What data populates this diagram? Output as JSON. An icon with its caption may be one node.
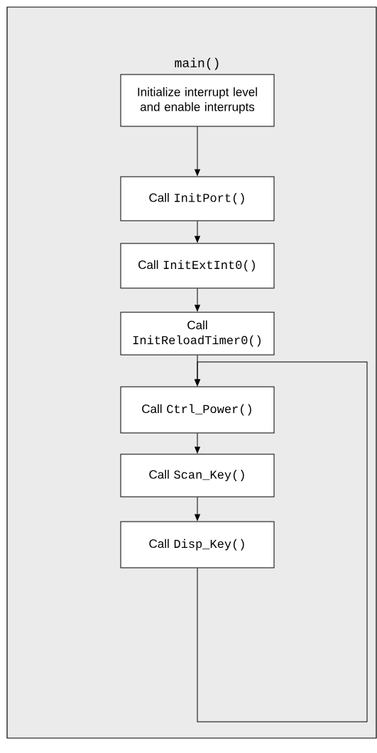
{
  "diagram": {
    "nodes": [
      {
        "text": [
          "Initialize interrupt level and enable interrupts"
        ]
      },
      {
        "text": [
          "Call",
          "InitPort()"
        ]
      },
      {
        "text": [
          "Call",
          "InitExtInt0()"
        ]
      },
      {
        "text": [
          "Call",
          "InitReloadTimer0()"
        ]
      },
      {
        "text": [
          "Call",
          "Ctrl_Power()"
        ]
      },
      {
        "text": [
          "Call",
          "Scan_Key()"
        ]
      },
      {
        "text": [
          "Call",
          "Disp_Key()"
        ]
      }
    ],
    "edges": [
      {
        "from": 0,
        "to": 1,
        "arrow": "to"
      },
      {
        "from": 1,
        "to": 2,
        "arrow": "to"
      },
      {
        "from": 2,
        "to": 3,
        "arrow": "to"
      },
      {
        "from": 3,
        "to": 4,
        "arrow": "to"
      },
      {
        "from": 4,
        "to": 5,
        "arrow": "to"
      },
      {
        "from": 5,
        "to": 6,
        "arrow": "to"
      },
      {
        "from": 6,
        "to": 4,
        "arrow": "to"
      }
    ],
    "labels": [
      "main()"
    ]
  }
}
